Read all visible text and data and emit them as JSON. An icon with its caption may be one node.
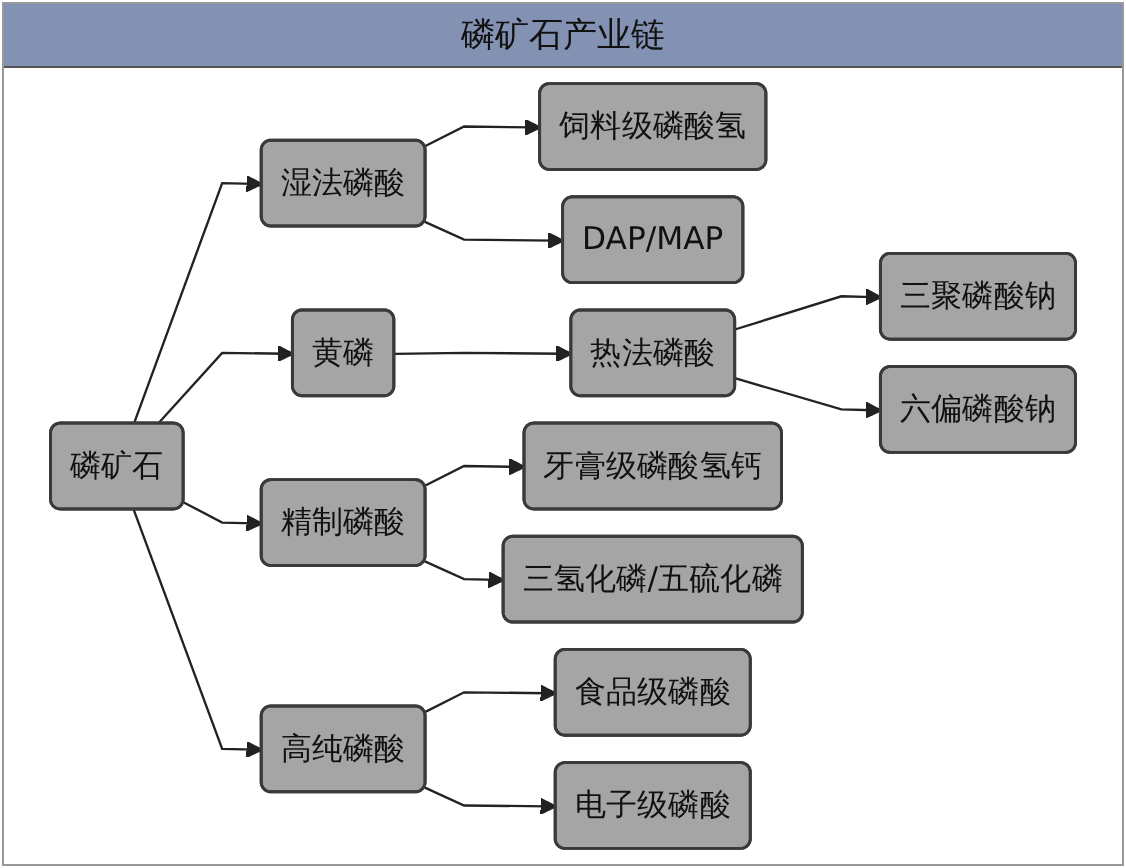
{
  "diagram": {
    "title": "磷矿石产业链",
    "nodes": [
      {
        "text": [
          "磷矿石"
        ]
      },
      {
        "text": [
          "湿法磷酸"
        ]
      },
      {
        "text": [
          "饲料级磷酸氢"
        ]
      },
      {
        "text": [
          "DAP/MAP"
        ]
      },
      {
        "text": [
          "黄磷"
        ]
      },
      {
        "text": [
          "热法磷酸"
        ]
      },
      {
        "text": [
          "三聚磷酸钠"
        ]
      },
      {
        "text": [
          "六偏磷酸钠"
        ]
      },
      {
        "text": [
          "精制磷酸"
        ]
      },
      {
        "text": [
          "牙膏级磷酸氢钙"
        ]
      },
      {
        "text": [
          "三氢化磷/五硫化磷"
        ]
      },
      {
        "text": [
          "高纯磷酸"
        ]
      },
      {
        "text": [
          "食品级磷酸"
        ]
      },
      {
        "text": [
          "电子级磷酸"
        ]
      }
    ],
    "edges": [
      {
        "from": 0,
        "to": 1,
        "arrow": "to"
      },
      {
        "from": 1,
        "to": 2,
        "arrow": "to"
      },
      {
        "from": 1,
        "to": 3,
        "arrow": "to"
      },
      {
        "from": 0,
        "to": 4,
        "arrow": "to"
      },
      {
        "from": 4,
        "to": 5,
        "arrow": "to"
      },
      {
        "from": 5,
        "to": 6,
        "arrow": "to"
      },
      {
        "from": 5,
        "to": 7,
        "arrow": "to"
      },
      {
        "from": 0,
        "to": 8,
        "arrow": "to"
      },
      {
        "from": 8,
        "to": 9,
        "arrow": "to"
      },
      {
        "from": 8,
        "to": 10,
        "arrow": "to"
      },
      {
        "from": 0,
        "to": 11,
        "arrow": "to"
      },
      {
        "from": 11,
        "to": 12,
        "arrow": "to"
      },
      {
        "from": 11,
        "to": 13,
        "arrow": "to"
      }
    ]
  }
}
